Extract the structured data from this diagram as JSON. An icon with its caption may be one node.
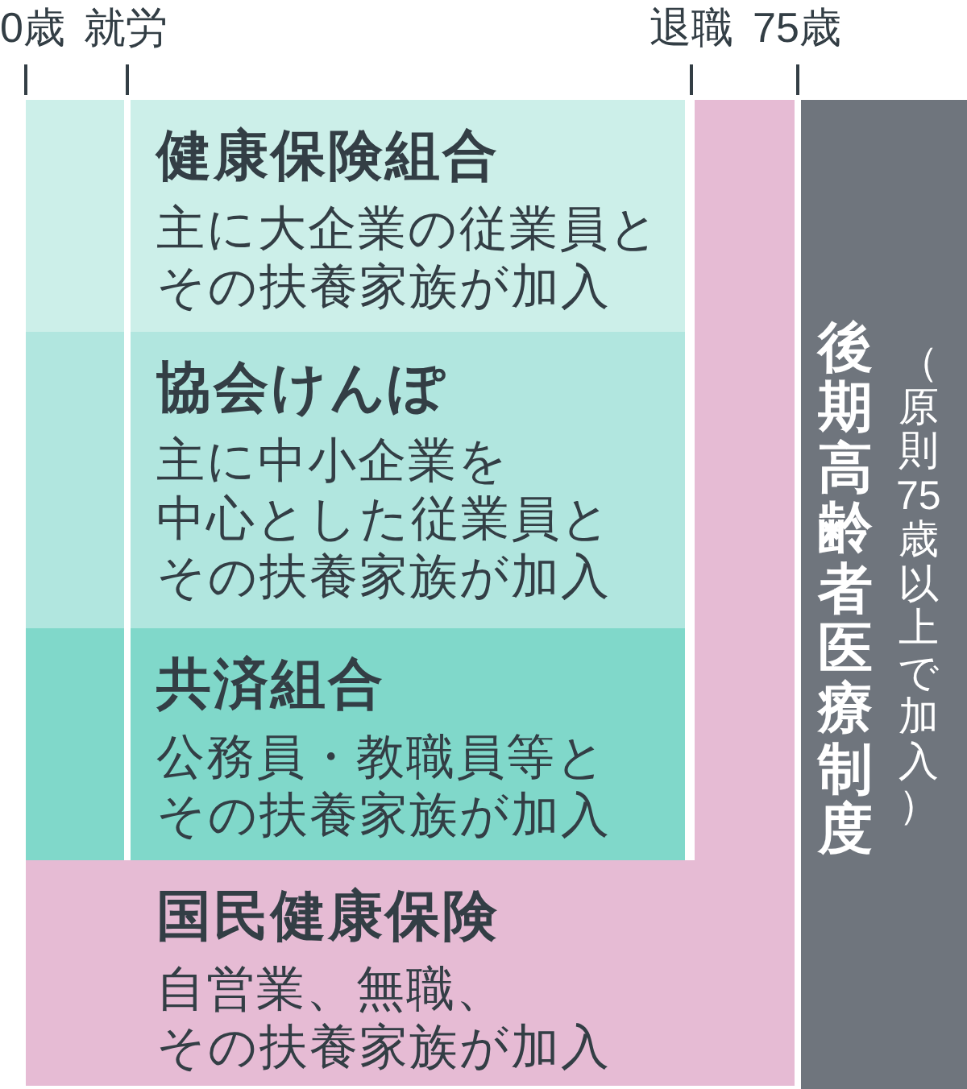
{
  "diagram": {
    "nodes": [
      {
        "text": [
          "健康保険組合",
          "主に大企業の従業員とその扶養家族が加入"
        ]
      },
      {
        "text": [
          "協会けんぽ",
          "主に中小企業を中心とした従業員とその扶養家族が加入"
        ]
      },
      {
        "text": [
          "共済組合",
          "公務員・教職員等とその扶養家族が加入"
        ]
      },
      {
        "text": [
          "国民健康保険",
          "自営業、無職、その扶養家族が加入"
        ]
      },
      {
        "text": [
          "後期高齢者医療制度",
          "（原則75歳以上で加入）"
        ]
      }
    ],
    "labels": [
      "0歳",
      "就労",
      "退職",
      "75歳"
    ]
  }
}
